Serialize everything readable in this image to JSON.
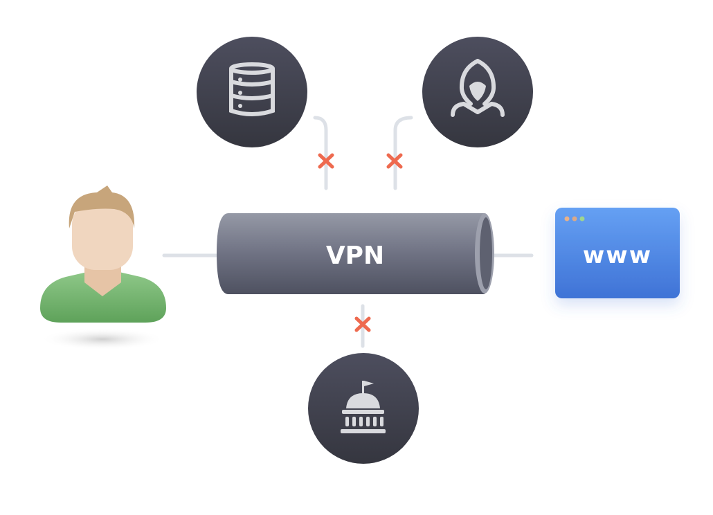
{
  "tunnel": {
    "label": "VPN"
  },
  "website": {
    "label": "www"
  },
  "nodes": [
    "database-server",
    "hacker",
    "government"
  ],
  "colors": {
    "node_bg": "#3b3c4b",
    "icon": "#d9dade",
    "block_mark": "#ee6a4f",
    "line": "#dde1e7",
    "browser": "#4f86e2",
    "tube": "#7d808f"
  }
}
